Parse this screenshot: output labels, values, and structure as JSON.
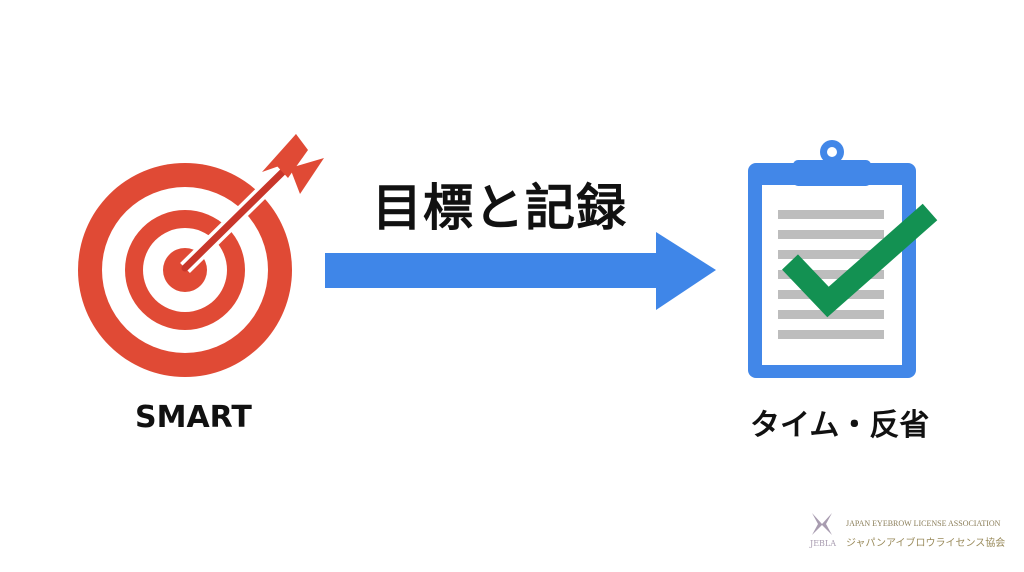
{
  "diagram": {
    "title": "目標と記録",
    "left_label": "SMART",
    "right_label": "タイム・反省",
    "left_icon": "target-arrow-icon",
    "right_icon": "clipboard-check-icon",
    "connector": "arrow-right-icon"
  },
  "logo": {
    "abbr": "JEBLA",
    "english": "JAPAN EYEBROW LICENSE ASSOCIATION",
    "japanese": "ジャパンアイブロウライセンス協会"
  },
  "colors": {
    "target_red": "#e04a35",
    "arrow_blue": "#3f86e8",
    "clipboard_blue": "#4287e8",
    "check_green": "#139152",
    "line_gray": "#bdbdbd"
  }
}
